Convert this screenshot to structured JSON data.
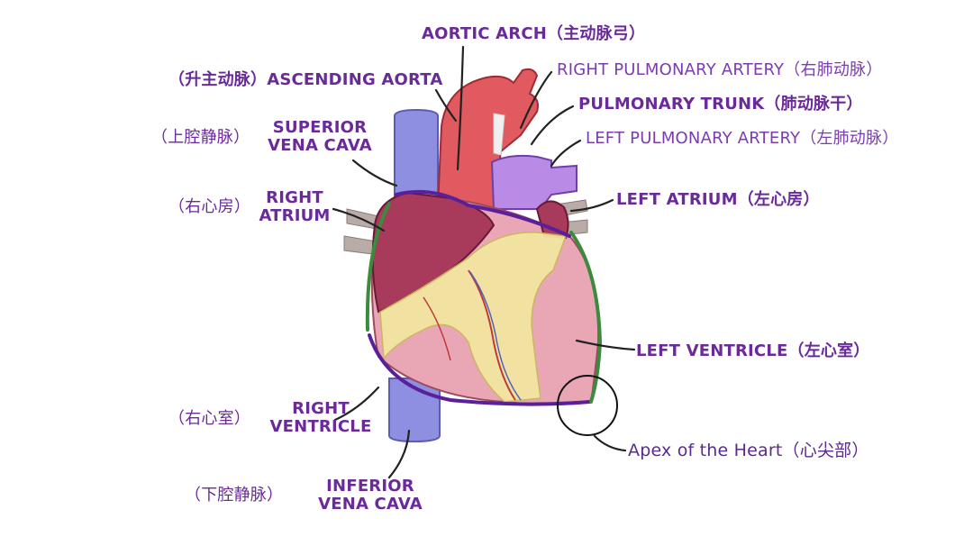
{
  "labels": {
    "aortic_arch": "AORTIC ARCH（主动脉弓）",
    "ascending_aorta": "（升主动脉）ASCENDING AORTA",
    "right_pulmonary_artery": "RIGHT PULMONARY ARTERY（右肺动脉）",
    "pulmonary_trunk": "PULMONARY TRUNK（肺动脉干）",
    "left_pulmonary_artery": "LEFT PULMONARY ARTERY（左肺动脉）",
    "superior_vena_cava_cn": "（上腔静脉）",
    "superior_vena_cava_l1": "SUPERIOR",
    "superior_vena_cava_l2": "VENA CAVA",
    "right_atrium_cn": "（右心房）",
    "right_atrium_l1": "RIGHT",
    "right_atrium_l2": "ATRIUM",
    "left_atrium": "LEFT ATRIUM（左心房）",
    "left_ventricle": "LEFT VENTRICLE（左心室）",
    "right_ventricle_cn": "（右心室）",
    "right_ventricle_l1": "RIGHT",
    "right_ventricle_l2": "VENTRICLE",
    "apex": "Apex of the Heart（心尖部）",
    "inferior_vena_cava_cn": "（下腔静脉）",
    "inferior_vena_cava_l1": "INFERIOR",
    "inferior_vena_cava_l2": "VENA CAVA"
  },
  "colors": {
    "label_text": "#6a2a9a",
    "vena_cava": "#8e8fe0",
    "aorta": "#e05a60",
    "pulmonary": "#b98be6",
    "atrium": "#a83a5c",
    "ventricle": "#e9a6b4",
    "fat": "#f3e6a0",
    "outline_purple": "#5a1f9a",
    "outline_green": "#3c8a3c"
  }
}
